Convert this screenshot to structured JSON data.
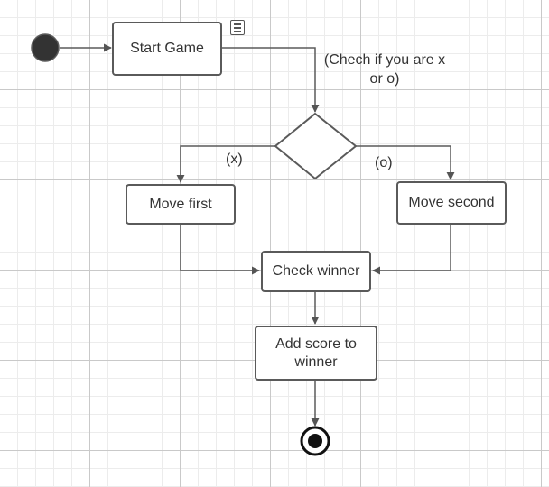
{
  "nodes": {
    "start_game": "Start Game",
    "move_first": "Move first",
    "move_second": "Move second",
    "check_winner": "Check winner",
    "add_score": "Add score to winner"
  },
  "labels": {
    "decision_note": "(Chech if you are x or o)",
    "branch_x": "(x)",
    "branch_o": "(o)"
  },
  "colors": {
    "stroke": "#5a5a5a",
    "text": "#333333",
    "initial_fill": "#333333"
  },
  "icons": {
    "note": "note-icon"
  }
}
